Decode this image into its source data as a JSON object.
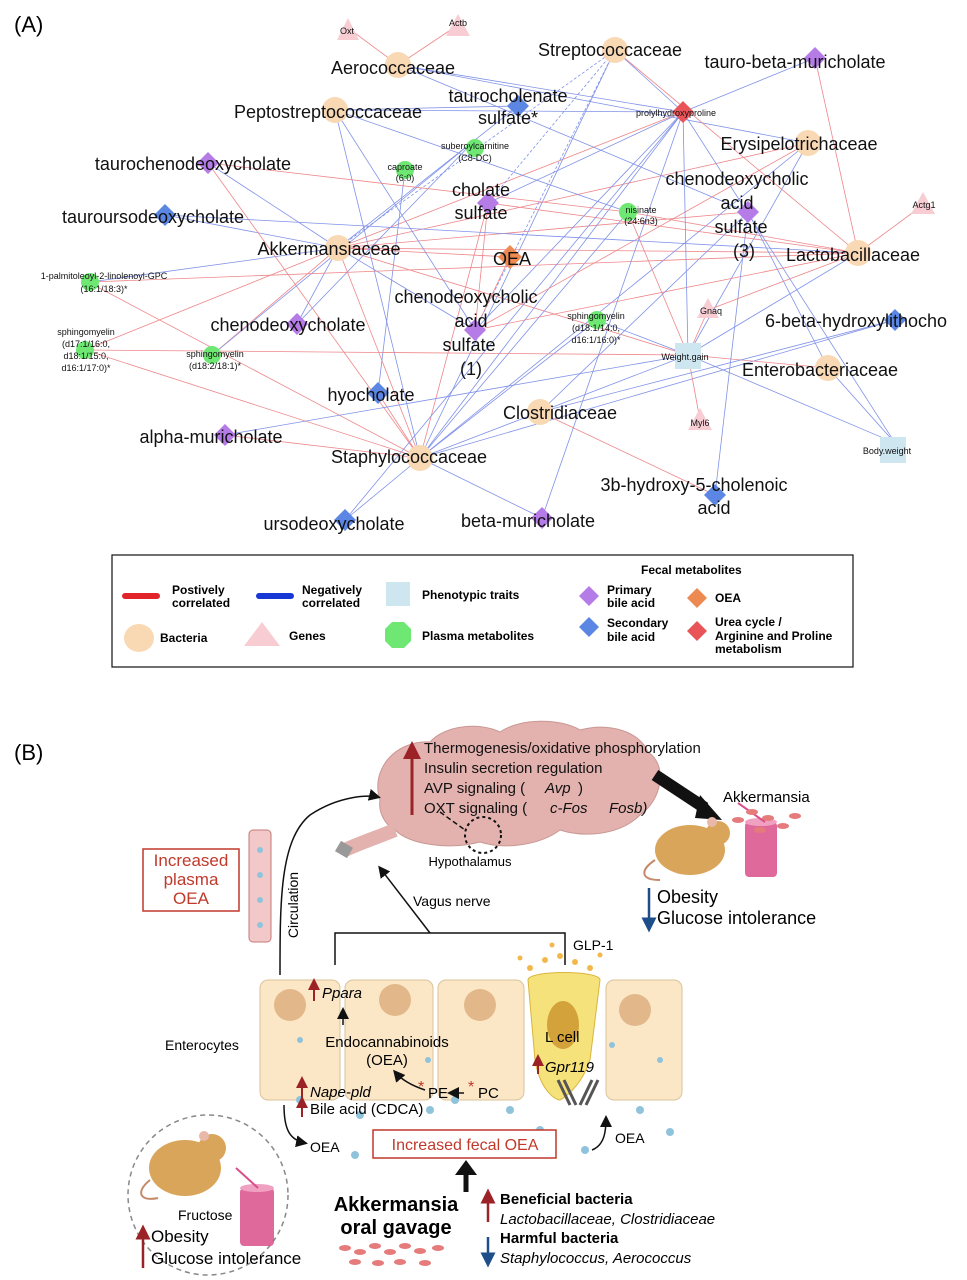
{
  "panelA": {
    "label": "(A)",
    "nodes": {
      "oxt": "Oxt",
      "actb": "Actb",
      "aerococcaceae": "Aerococcaceae",
      "streptococcaceae": "Streptococcaceae",
      "tauro_beta_muricholate": "tauro-beta-muricholate",
      "peptostreptococcaceae": "Peptostreptococcaceae",
      "taurocholenate_1": "taurocholenate",
      "taurocholenate_2": "sulfate*",
      "prolylhydroxyproline": "prolylhydroxyproline",
      "erysipelotrichaceae": "Erysipelotrichaceae",
      "suberoylcarnitine_1": "suberoylcarnitine",
      "suberoylcarnitine_2": "(C8-DC)",
      "taurochenodeoxycholate": "taurochenodeoxycholate",
      "caproate_1": "caproate",
      "caproate_2": "(6:0)",
      "cholate_sulfate_1": "cholate",
      "cholate_sulfate_2": "sulfate",
      "cdca_sulfate3_1": "chenodeoxycholic",
      "cdca_sulfate3_2": "acid",
      "cdca_sulfate3_3": "sulfate",
      "cdca_sulfate3_4": "(3)",
      "actg1": "Actg1",
      "tauroursodeoxycholate": "tauroursodeoxycholate",
      "nisinate_1": "nisinate",
      "nisinate_2": "(24:6n3)",
      "akkermansiaceae": "Akkermansiaceae",
      "oea": "OEA",
      "lactobacillaceae": "Lactobacillaceae",
      "palmitoleoyl_1": "1-palmitoleoyl-2-linolenoyl-GPC",
      "palmitoleoyl_2": "(16:1/18:3)*",
      "cdca_sulfate1_1": "chenodeoxycholic",
      "cdca_sulfate1_2": "acid",
      "cdca_sulfate1_3": "sulfate",
      "cdca_sulfate1_4": "(1)",
      "sphingomyelin_a_1": "sphingomyelin",
      "sphingomyelin_a_2": "(d18:1/14:0,",
      "sphingomyelin_a_3": "d16:1/16:0)*",
      "gnaq": "Gnaq",
      "six_beta": "6-beta-hydroxylithocho",
      "sphingomyelin_b_1": "sphingomyelin",
      "sphingomyelin_b_2": "(d17:1/16:0,",
      "sphingomyelin_b_3": "d18:1/15:0,",
      "sphingomyelin_b_4": "d16:1/17:0)*",
      "chenodeoxycholate": "chenodeoxycholate",
      "sphingomyelin_c_1": "sphingomyelin",
      "sphingomyelin_c_2": "(d18:2/18:1)*",
      "weight_gain": "Weight.gain",
      "enterobacteriaceae": "Enterobacteriaceae",
      "hyocholate": "hyocholate",
      "clostridiaceae": "Clostridiaceae",
      "myl6": "Myl6",
      "alpha_muricholate": "alpha-muricholate",
      "staphylococcaceae": "Staphylococcaceae",
      "body_weight": "Body.weight",
      "hydroxy_cholenoic_1": "3b-hydroxy-5-cholenoic",
      "hydroxy_cholenoic_2": "acid",
      "ursodeoxycholate": "ursodeoxycholate",
      "beta_muricholate": "beta-muricholate"
    },
    "legend": {
      "pos_1": "Postively",
      "pos_2": "correlated",
      "neg_1": "Negatively",
      "neg_2": "correlated",
      "phenotypic": "Phenotypic traits",
      "fecal_header": "Fecal metabolites",
      "primary_1": "Primary",
      "primary_2": "bile acid",
      "oea": "OEA",
      "bacteria": "Bacteria",
      "genes": "Genes",
      "plasma": "Plasma metabolites",
      "secondary_1": "Secondary",
      "secondary_2": "bile acid",
      "urea_1": "Urea cycle /",
      "urea_2": "Arginine and Proline",
      "urea_3": "metabolism"
    },
    "colors": {
      "bacteria": "#f9d8b4",
      "genes": "#f7cdd3",
      "phenotypic": "#cde6ef",
      "plasma": "#6ee873",
      "primary": "#b57be6",
      "secondary": "#5b86e3",
      "oea": "#ec8a52",
      "urea": "#e95458",
      "positive": "#e0242a",
      "negative": "#1838d6"
    }
  },
  "panelB": {
    "label": "(B)",
    "brain_1": "Thermogenesis/oxidative phosphorylation",
    "brain_2": "Insulin secretion regulation",
    "brain_3a": "AVP signaling (",
    "brain_3b": "Avp",
    "brain_3c": ")",
    "brain_4a": "OXT signaling (",
    "brain_4b": "c-Fos",
    "brain_4c": "Fosb)",
    "hypothalamus": "Hypothalamus",
    "akkermansia": "Akkermansia",
    "obesity_r": "Obesity",
    "glucose_r": "Glucose intolerance",
    "increased_plasma_1": "Increased",
    "increased_plasma_2": "plasma",
    "increased_plasma_3": "OEA",
    "circulation": "Circulation",
    "vagus": "Vagus nerve",
    "glp1": "GLP-1",
    "ppara": "Ppara",
    "enterocytes": "Enterocytes",
    "endocannabinoids_1": "Endocannabinoids",
    "endocannabinoids_2": "(OEA)",
    "lcell": "L cell",
    "gpr119": "Gpr119",
    "nape": "Nape-pld",
    "pe": "PE",
    "pc": "PC",
    "bile": "Bile acid (CDCA)",
    "star": "*",
    "oea_left": "OEA",
    "oea_right": "OEA",
    "increased_fecal": "Increased fecal OEA",
    "fructose": "Fructose",
    "obesity_l": "Obesity",
    "glucose_l": "Glucose intolerance",
    "gavage_1": "Akkermansia",
    "gavage_2": "oral gavage",
    "beneficial": "Beneficial bacteria",
    "beneficial_list": "Lactobacillaceae, Clostridiaceae",
    "harmful": "Harmful bacteria",
    "harmful_list": "Staphylococcus, Aerococcus",
    "colors": {
      "up_arrow": "#9b2226",
      "down_arrow": "#1d4e89",
      "brain": "#e3b2ae",
      "cell": "#fbe7c6",
      "lcell": "#f6e27a",
      "drink": "#d94f8a",
      "mouse": "#d9a55a"
    }
  }
}
